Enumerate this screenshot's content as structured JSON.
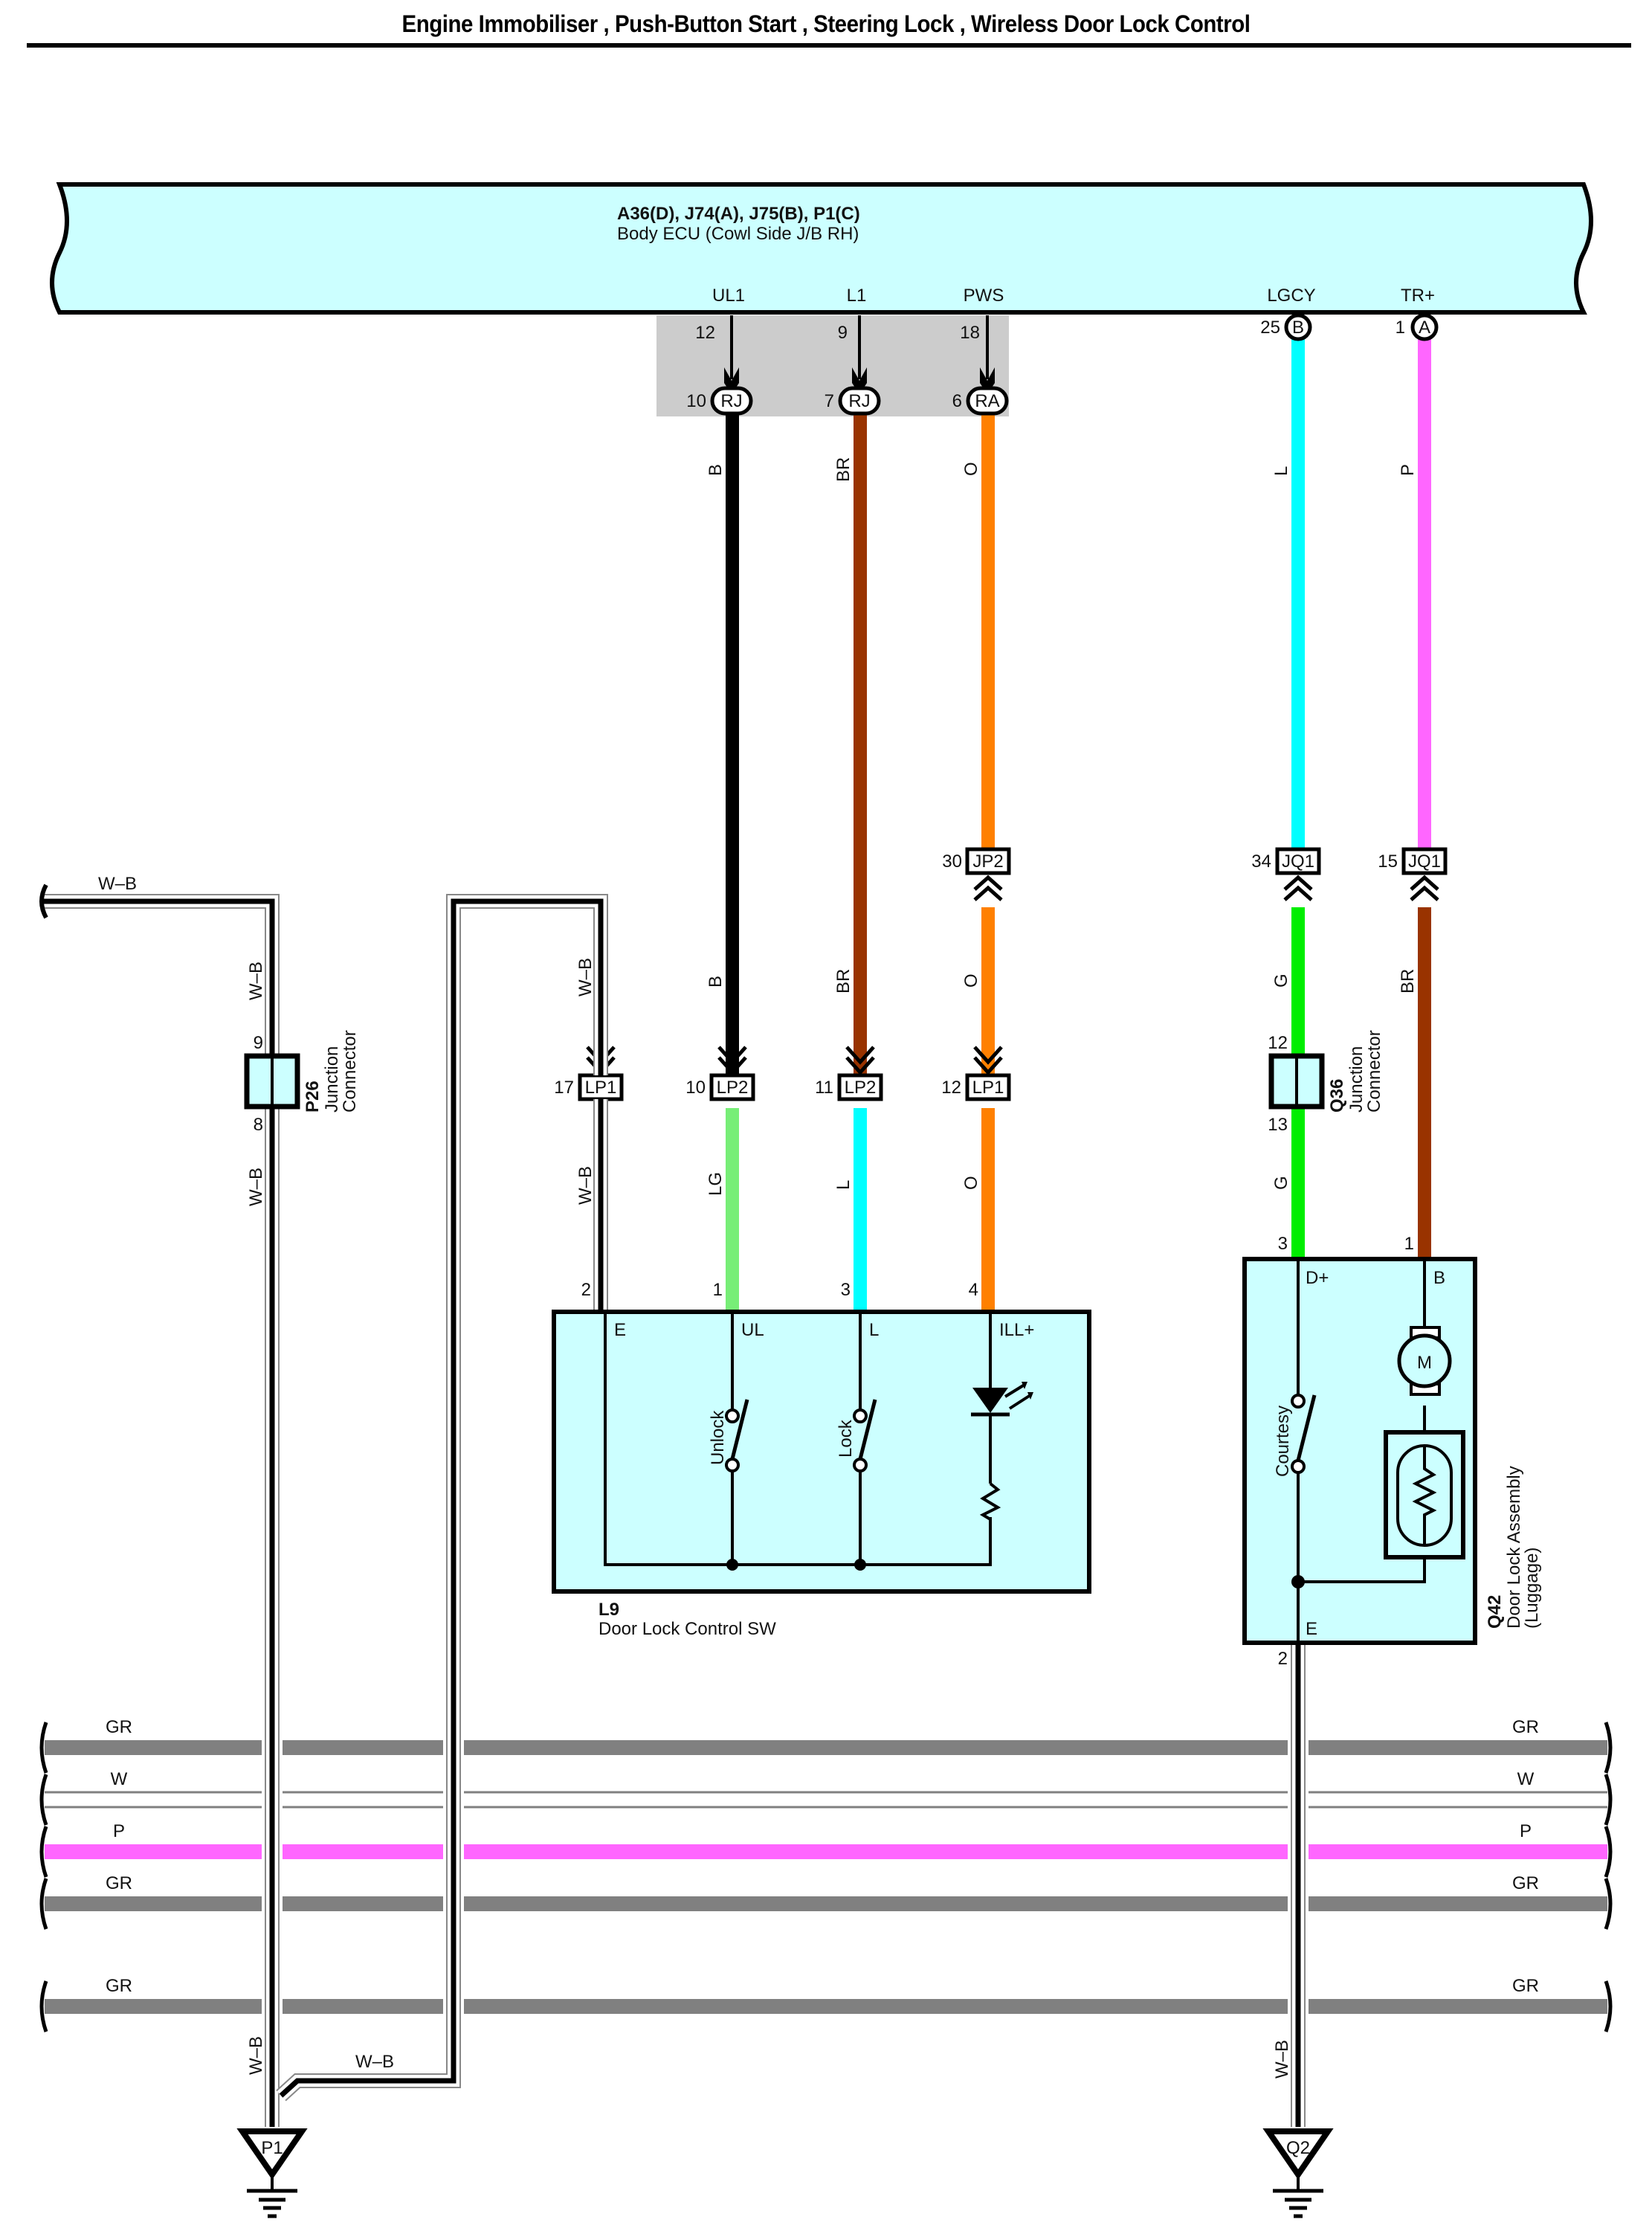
{
  "title": "Engine Immobiliser , Push-Button Start , Steering Lock , Wireless Door Lock Control",
  "ecu": {
    "codes": "A36(D), J74(A), J75(B), P1(C)",
    "name": "Body ECU (Cowl Side J/B RH)",
    "terminals": [
      {
        "name": "UL1",
        "pin": "12",
        "inline_pin": "10",
        "inline_code": "RJ",
        "wire": "B"
      },
      {
        "name": "L1",
        "pin": "9",
        "inline_pin": "7",
        "inline_code": "RJ",
        "wire": "BR"
      },
      {
        "name": "PWS",
        "pin": "18",
        "inline_pin": "6",
        "inline_code": "RA",
        "wire": "O"
      },
      {
        "name": "LGCY",
        "pin": "25",
        "connector": "B",
        "wire": "L"
      },
      {
        "name": "TR+",
        "pin": "1",
        "connector": "A",
        "wire": "P"
      }
    ]
  },
  "connectors": {
    "jp2": {
      "pin": "30",
      "code": "JP2",
      "wire_below": "O"
    },
    "jq1_a": {
      "pin": "34",
      "code": "JQ1",
      "wire_below": "G"
    },
    "jq1_b": {
      "pin": "15",
      "code": "JQ1",
      "wire_below": "BR"
    },
    "lp1_17": {
      "pin": "17",
      "code": "LP1",
      "wire_above": "W–B",
      "wire_below": "W–B"
    },
    "lp2_10": {
      "pin": "10",
      "code": "LP2",
      "wire_above": "B",
      "wire_below": "LG"
    },
    "lp2_11": {
      "pin": "11",
      "code": "LP2",
      "wire_above": "BR",
      "wire_below": "L"
    },
    "lp1_12": {
      "pin": "12",
      "code": "LP1",
      "wire_above": "O",
      "wire_below": "O"
    }
  },
  "junctions": {
    "p26": {
      "id": "P26",
      "name_line1": "Junction",
      "name_line2": "Connector",
      "pin_top": "9",
      "pin_bottom": "8",
      "wire_top": "W–B",
      "wire_bottom": "W–B"
    },
    "q36": {
      "id": "Q36",
      "name_line1": "Junction",
      "name_line2": "Connector",
      "pin_top": "12",
      "pin_bottom": "13"
    }
  },
  "left_wire": {
    "label": "W–B"
  },
  "l9": {
    "id": "L9",
    "name": "Door Lock Control SW",
    "pins": [
      "2",
      "1",
      "3",
      "4"
    ],
    "terminals": [
      "E",
      "UL",
      "L",
      "ILL+"
    ],
    "switches": [
      "Unlock",
      "Lock"
    ]
  },
  "q42": {
    "id": "Q42",
    "name_line1": "Door Lock Assembly",
    "name_line2": "(Luggage)",
    "pins": [
      "3",
      "1",
      "2"
    ],
    "terminals": [
      "D+",
      "B",
      "E"
    ],
    "switch": "Courtesy",
    "motor": "M",
    "ground_wire": "W–B"
  },
  "bus": [
    {
      "label": "GR",
      "color": "#808080"
    },
    {
      "label": "W",
      "color": "#ffffff"
    },
    {
      "label": "P",
      "color": "#ff66ff"
    },
    {
      "label": "GR",
      "color": "#808080"
    },
    {
      "label": "GR",
      "color": "#808080"
    }
  ],
  "grounds": [
    {
      "id": "P1",
      "wire_v": "W–B",
      "wire_h": "W–B"
    },
    {
      "id": "Q2",
      "wire_v": "W–B"
    }
  ],
  "colors": {
    "component_fill": "#ccffff",
    "black": "#000000",
    "brown": "#993300",
    "orange": "#ff8000",
    "cyan": "#00ffff",
    "pink": "#ff66ff",
    "green": "#00ee00",
    "light_green": "#77ee77",
    "gray": "#808080",
    "shield": "#cccccc"
  }
}
